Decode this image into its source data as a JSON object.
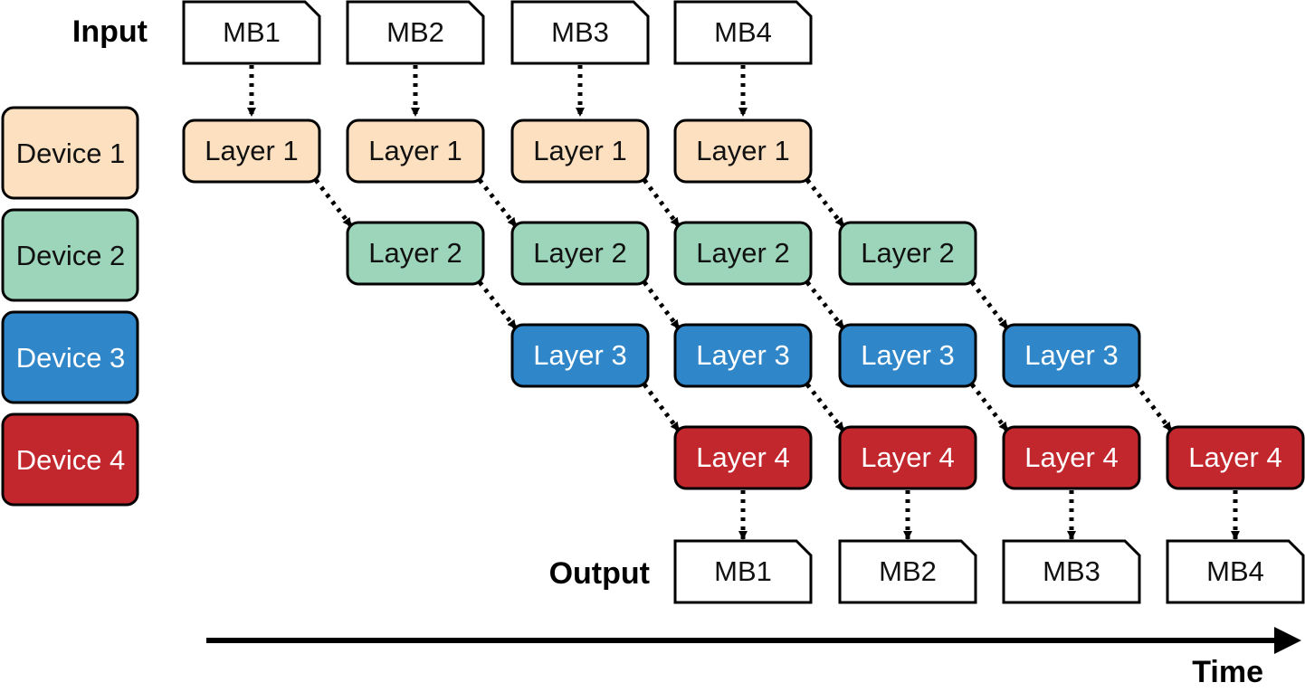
{
  "labels": {
    "input": "Input",
    "output": "Output",
    "time": "Time"
  },
  "colors": {
    "device1": "#fde0bf",
    "device2": "#9dd5bb",
    "device3": "#2f86c8",
    "device4": "#c1272d",
    "outline": "#000000",
    "doc_fill": "#ffffff"
  },
  "devices": [
    {
      "label": "Device 1",
      "text_color": "#111111"
    },
    {
      "label": "Device 2",
      "text_color": "#111111"
    },
    {
      "label": "Device 3",
      "text_color": "#ffffff"
    },
    {
      "label": "Device 4",
      "text_color": "#ffffff"
    }
  ],
  "layers": [
    "Layer 1",
    "Layer 2",
    "Layer 3",
    "Layer 4"
  ],
  "inputs": [
    "MB1",
    "MB2",
    "MB3",
    "MB4"
  ],
  "outputs": [
    "MB1",
    "MB2",
    "MB3",
    "MB4"
  ]
}
